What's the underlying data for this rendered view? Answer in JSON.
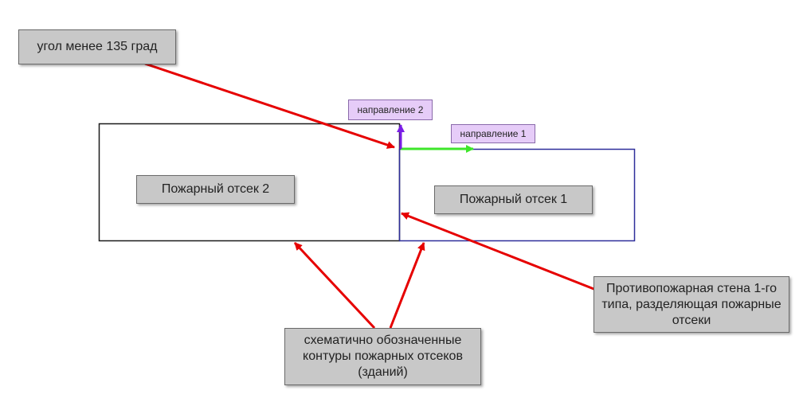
{
  "labels": {
    "angle_note": "угол менее 135 град",
    "direction_2": "направление 2",
    "direction_1": "направление 1",
    "compartment_2": "Пожарный отсек 2",
    "compartment_1": "Пожарный отсек 1",
    "firewall_line1": "Противопожарная стена 1-го",
    "firewall_line2": "типа, разделяющая пожарные",
    "firewall_line3": "отсеки",
    "contours_line1": "схематично обозначенные",
    "contours_line2": "контуры пожарных отсеков",
    "contours_line3": "(зданий)"
  },
  "colors": {
    "compartment_2_outline": "#1a1a1a",
    "compartment_1_outline": "#2e2e9a",
    "pointer_arrows": "#e60000",
    "direction_1_arrow": "#3ee62a",
    "direction_2_arrow": "#7a1ee6",
    "label_fill": "#c8c8c8",
    "direction_label_fill": "#e6ccf8"
  }
}
